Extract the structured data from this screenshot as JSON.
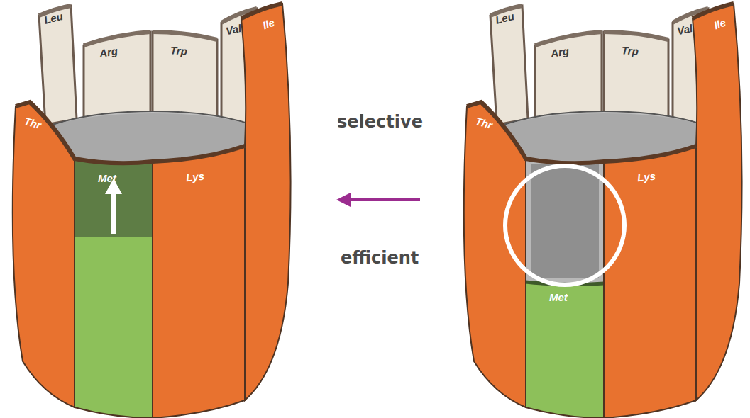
{
  "diagram": {
    "labels": [
      "Leu",
      "Arg",
      "Trp",
      "Val",
      "Ile",
      "Thr",
      "Met",
      "Lys",
      "selective",
      "efficient",
      "Leu",
      "Arg",
      "Trp",
      "Val",
      "Ile",
      "Thr",
      "Met",
      "Lys"
    ]
  }
}
